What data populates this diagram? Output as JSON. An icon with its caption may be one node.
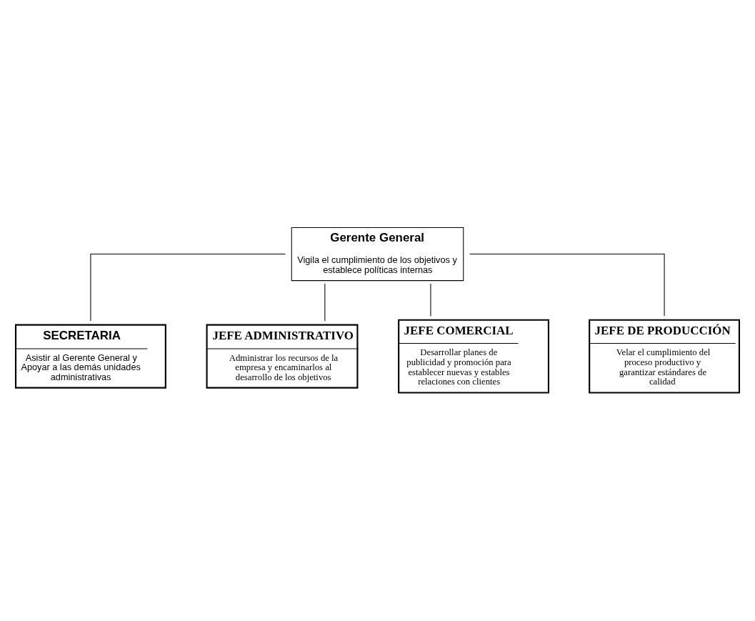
{
  "diagram": {
    "nodes": [
      {
        "text": [
          "Gerente General",
          "Vigila el cumplimiento de los objetivos y establece políticas internas"
        ]
      },
      {
        "text": [
          "SECRETARIA",
          "Asistir al Gerente General y Apoyar a las demás unidades administrativas"
        ]
      },
      {
        "text": [
          "JEFE ADMINISTRATIVO",
          "Administrar los recursos de la empresa y encaminarlos al desarrollo de los objetivos"
        ]
      },
      {
        "text": [
          "JEFE COMERCIAL",
          "Desarrollar planes de publicidad y promoción para establecer nuevas y estables relaciones con clientes"
        ]
      },
      {
        "text": [
          "JEFE DE PRODUCCIÓN",
          "Velar el cumplimiento del proceso productivo y garantizar estándares de calidad"
        ]
      }
    ],
    "edges": [
      {
        "from": 0,
        "to": 1,
        "arrow": "none"
      },
      {
        "from": 0,
        "to": 2,
        "arrow": "none"
      },
      {
        "from": 0,
        "to": 3,
        "arrow": "none"
      },
      {
        "from": 0,
        "to": 4,
        "arrow": "none"
      }
    ]
  }
}
